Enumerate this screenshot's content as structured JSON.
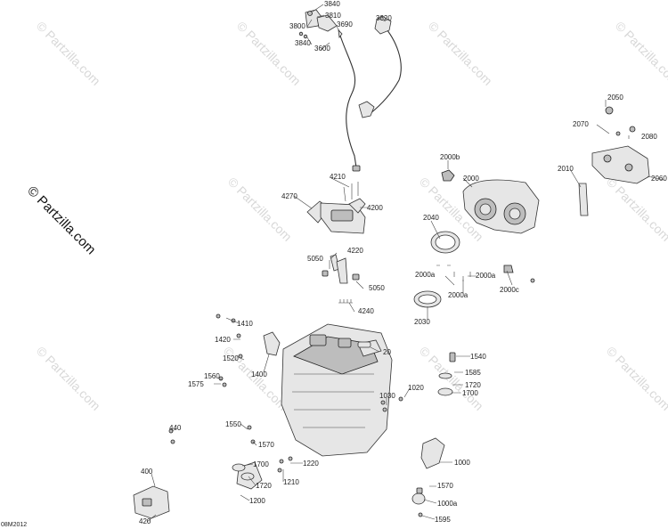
{
  "watermark": {
    "main": "© Partzilla.com",
    "repeat": "© Partzilla.com"
  },
  "diagram_code": "08M2012",
  "callouts": [
    "3840",
    "3810",
    "3820",
    "3800",
    "3690",
    "3840",
    "3600",
    "2050",
    "2070",
    "2080",
    "2010",
    "2060",
    "2000b",
    "2000",
    "4210",
    "4270",
    "4200",
    "2040",
    "4220",
    "5050",
    "5050",
    "2000a",
    "2000a",
    "2000a",
    "2000c",
    "4240",
    "2030",
    "1410",
    "1420",
    "1520",
    "1400",
    "20",
    "1540",
    "1585",
    "1720",
    "1700",
    "1560",
    "1575",
    "1030",
    "1020",
    "440",
    "1550",
    "1570",
    "1700",
    "1220",
    "1720",
    "1210",
    "1000",
    "400",
    "1200",
    "1570",
    "1000a",
    "420",
    "1595"
  ],
  "colors": {
    "line": "#333333",
    "fill": "#e6e6e6",
    "watermark": "#d8d8d8"
  }
}
